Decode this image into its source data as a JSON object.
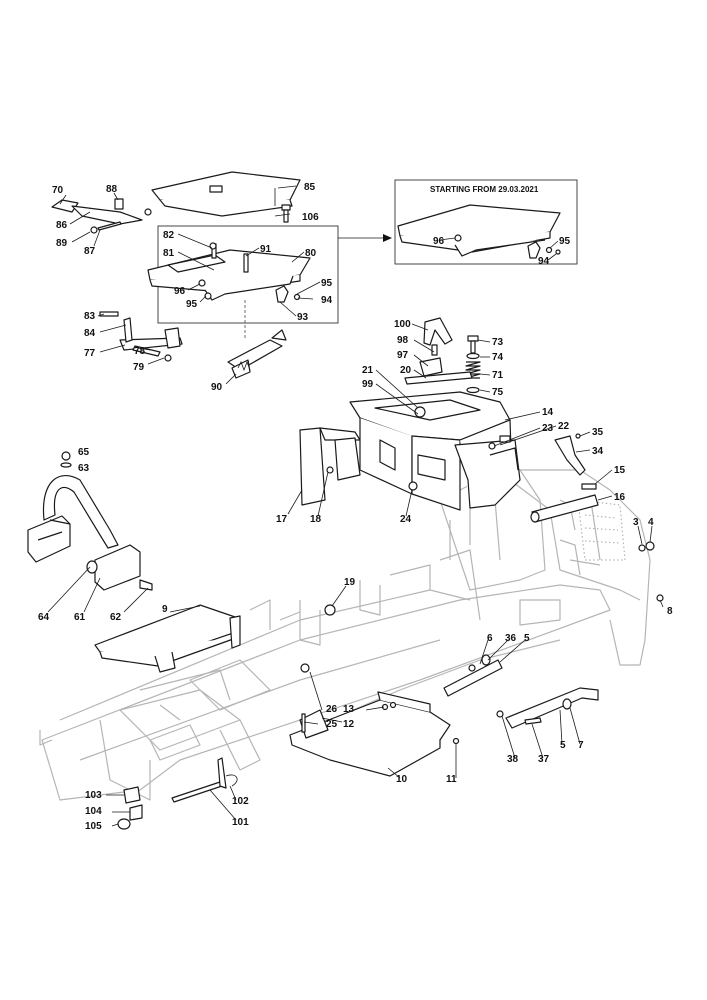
{
  "inset": {
    "title": "STARTING FROM 29.03.2021"
  },
  "callouts": [
    {
      "id": "c70",
      "label": "70"
    },
    {
      "id": "c88",
      "label": "88"
    },
    {
      "id": "c85",
      "label": "85"
    },
    {
      "id": "c86",
      "label": "86"
    },
    {
      "id": "c89",
      "label": "89"
    },
    {
      "id": "c87",
      "label": "87"
    },
    {
      "id": "c106",
      "label": "106"
    },
    {
      "id": "c82",
      "label": "82"
    },
    {
      "id": "c81",
      "label": "81"
    },
    {
      "id": "c91",
      "label": "91"
    },
    {
      "id": "c80",
      "label": "80"
    },
    {
      "id": "c96a",
      "label": "96"
    },
    {
      "id": "c95a",
      "label": "95"
    },
    {
      "id": "c95b",
      "label": "95"
    },
    {
      "id": "c94a",
      "label": "94"
    },
    {
      "id": "c93",
      "label": "93"
    },
    {
      "id": "c83",
      "label": "83"
    },
    {
      "id": "c84",
      "label": "84"
    },
    {
      "id": "c77",
      "label": "77"
    },
    {
      "id": "c78",
      "label": "78"
    },
    {
      "id": "c79",
      "label": "79"
    },
    {
      "id": "c90",
      "label": "90"
    },
    {
      "id": "c96b",
      "label": "96"
    },
    {
      "id": "c95c",
      "label": "95"
    },
    {
      "id": "c94b",
      "label": "94"
    },
    {
      "id": "c100",
      "label": "100"
    },
    {
      "id": "c73",
      "label": "73"
    },
    {
      "id": "c98",
      "label": "98"
    },
    {
      "id": "c74",
      "label": "74"
    },
    {
      "id": "c97",
      "label": "97"
    },
    {
      "id": "c71",
      "label": "71"
    },
    {
      "id": "c20",
      "label": "20"
    },
    {
      "id": "c75",
      "label": "75"
    },
    {
      "id": "c21",
      "label": "21"
    },
    {
      "id": "c99",
      "label": "99"
    },
    {
      "id": "c14",
      "label": "14"
    },
    {
      "id": "c22",
      "label": "22"
    },
    {
      "id": "c23",
      "label": "23"
    },
    {
      "id": "c35",
      "label": "35"
    },
    {
      "id": "c34",
      "label": "34"
    },
    {
      "id": "c65",
      "label": "65"
    },
    {
      "id": "c63",
      "label": "63"
    },
    {
      "id": "c15",
      "label": "15"
    },
    {
      "id": "c16",
      "label": "16"
    },
    {
      "id": "c17",
      "label": "17"
    },
    {
      "id": "c18",
      "label": "18"
    },
    {
      "id": "c24",
      "label": "24"
    },
    {
      "id": "c3",
      "label": "3"
    },
    {
      "id": "c4",
      "label": "4"
    },
    {
      "id": "c19",
      "label": "19"
    },
    {
      "id": "c64",
      "label": "64"
    },
    {
      "id": "c61",
      "label": "61"
    },
    {
      "id": "c62",
      "label": "62"
    },
    {
      "id": "c9",
      "label": "9"
    },
    {
      "id": "c8",
      "label": "8"
    },
    {
      "id": "c6",
      "label": "6"
    },
    {
      "id": "c36",
      "label": "36"
    },
    {
      "id": "c5a",
      "label": "5"
    },
    {
      "id": "c26",
      "label": "26"
    },
    {
      "id": "c13",
      "label": "13"
    },
    {
      "id": "c25",
      "label": "25"
    },
    {
      "id": "c12",
      "label": "12"
    },
    {
      "id": "c38",
      "label": "38"
    },
    {
      "id": "c37",
      "label": "37"
    },
    {
      "id": "c5b",
      "label": "5"
    },
    {
      "id": "c7",
      "label": "7"
    },
    {
      "id": "c10",
      "label": "10"
    },
    {
      "id": "c11",
      "label": "11"
    },
    {
      "id": "c103",
      "label": "103"
    },
    {
      "id": "c102",
      "label": "102"
    },
    {
      "id": "c104",
      "label": "104"
    },
    {
      "id": "c101",
      "label": "101"
    },
    {
      "id": "c105",
      "label": "105"
    }
  ]
}
